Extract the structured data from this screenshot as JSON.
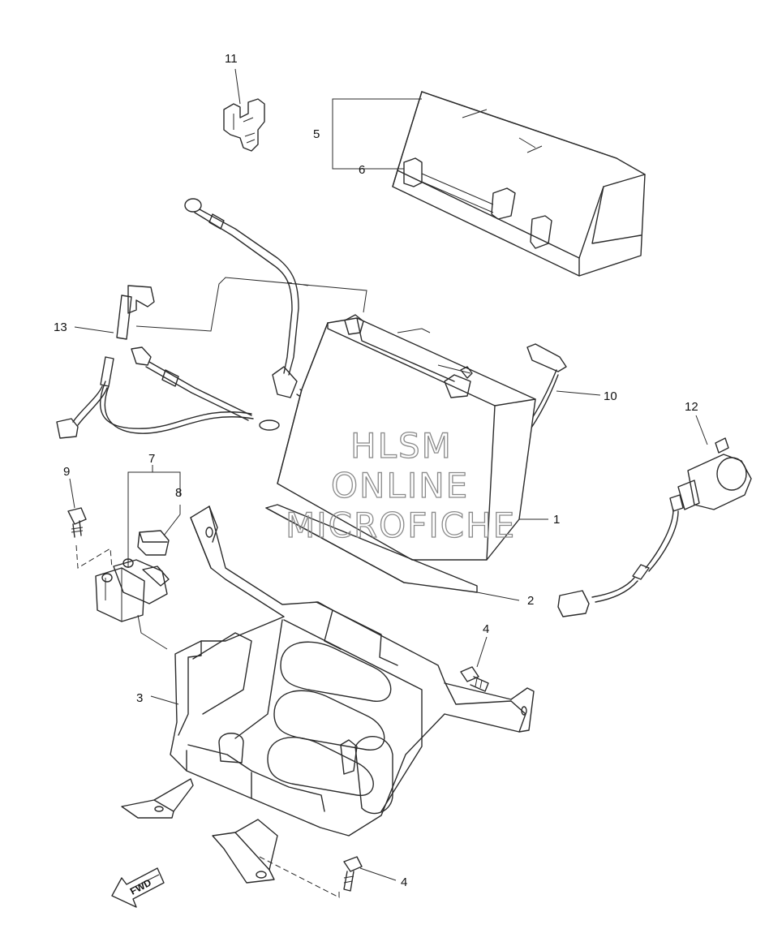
{
  "diagram": {
    "callouts": [
      {
        "id": "c1",
        "text": "1"
      },
      {
        "id": "c2",
        "text": "2"
      },
      {
        "id": "c3",
        "text": "3"
      },
      {
        "id": "c4a",
        "text": "4"
      },
      {
        "id": "c4b",
        "text": "4"
      },
      {
        "id": "c5",
        "text": "5"
      },
      {
        "id": "c6",
        "text": "6"
      },
      {
        "id": "c7",
        "text": "7"
      },
      {
        "id": "c8",
        "text": "8"
      },
      {
        "id": "c9",
        "text": "9"
      },
      {
        "id": "c10",
        "text": "10"
      },
      {
        "id": "c11",
        "text": "11"
      },
      {
        "id": "c12",
        "text": "12"
      },
      {
        "id": "c13",
        "text": "13"
      }
    ],
    "watermark": {
      "line1": "HLSM",
      "line2": "ONLINE",
      "line3": "MICROFICHE"
    },
    "direction_arrow": "FWD"
  }
}
